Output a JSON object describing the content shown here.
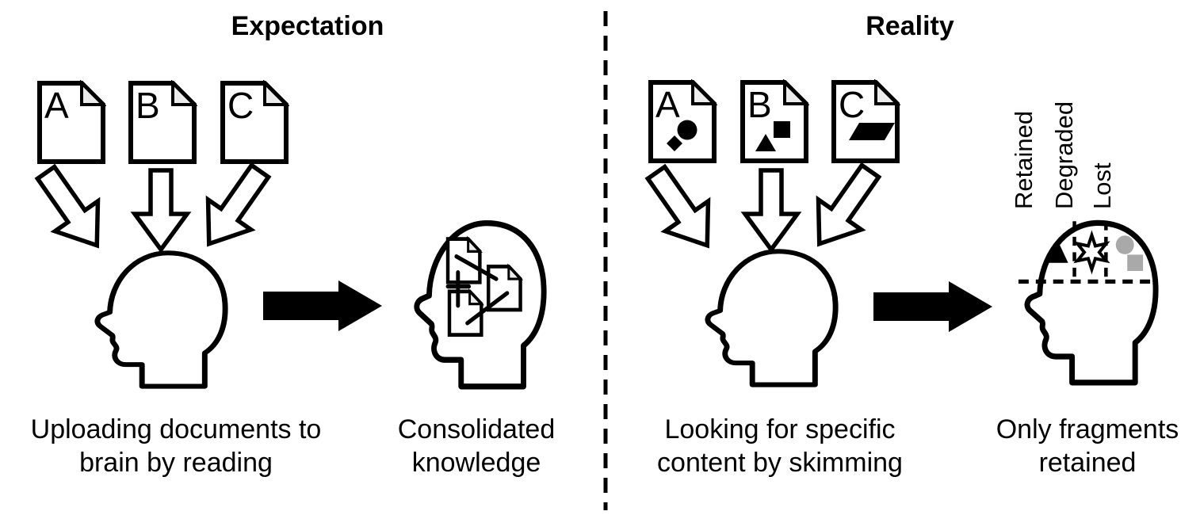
{
  "figure": {
    "description": "Expectation vs Reality diagram about reading documents and memory retention",
    "colors": {
      "ink": "#000000",
      "background": "#ffffff",
      "fold_gray": "#ececec",
      "lost_gray": "#a9a9a9"
    },
    "divider_style": "vertical dashed line"
  },
  "icons": [
    "document-icon",
    "down-arrow-icon",
    "diagonal-arrow-icon",
    "head-profile-icon",
    "mini-document-icon",
    "link-line",
    "transform-arrow-icon",
    "diamond-icon",
    "circle-icon",
    "triangle-icon",
    "square-icon",
    "parallelogram-icon",
    "star-icon"
  ],
  "panels": [
    {
      "title": "Expectation",
      "documents": [
        {
          "label": "A",
          "shapes": []
        },
        {
          "label": "B",
          "shapes": []
        },
        {
          "label": "C",
          "shapes": []
        }
      ],
      "captions": {
        "input": [
          "Uploading documents to",
          "brain by reading"
        ],
        "output": [
          "Consolidated",
          "knowledge"
        ]
      }
    },
    {
      "title": "Reality",
      "documents": [
        {
          "label": "A",
          "shapes": [
            "diamond",
            "circle"
          ]
        },
        {
          "label": "B",
          "shapes": [
            "triangle",
            "square"
          ]
        },
        {
          "label": "C",
          "shapes": [
            "parallelogram"
          ]
        }
      ],
      "captions": {
        "input": [
          "Looking for specific",
          "content by skimming"
        ],
        "output": [
          "Only fragments",
          "retained"
        ]
      },
      "memory_labels": [
        "Retained",
        "Degraded",
        "Lost"
      ]
    }
  ]
}
